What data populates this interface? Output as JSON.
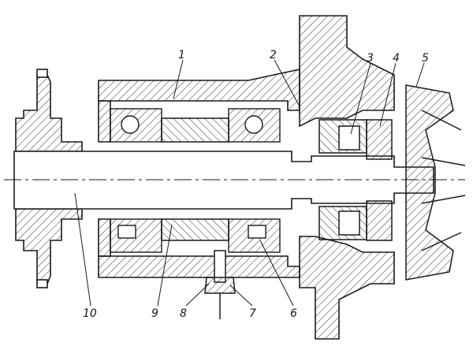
{
  "callouts": {
    "c1": "1",
    "c2": "2",
    "c3": "3",
    "c4": "4",
    "c5": "5",
    "c6": "6",
    "c7": "7",
    "c8": "8",
    "c9": "9",
    "c10": "10"
  },
  "colors": {
    "ink": "#1a1a1a",
    "paper": "#ffffff",
    "hatch": "#333333"
  }
}
